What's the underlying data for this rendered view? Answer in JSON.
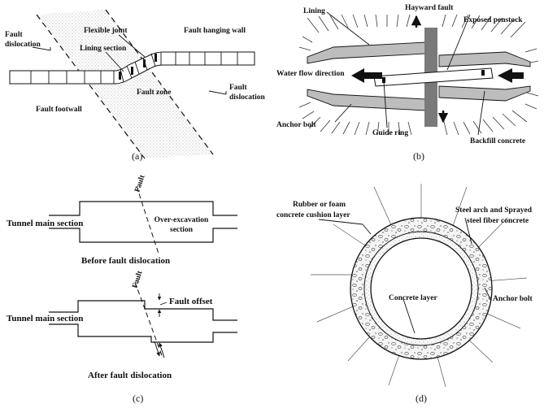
{
  "panel_a": {
    "labels": {
      "fault_dislocation_left": "Fault\ndislocation",
      "flexible_joint": "Flexible joint",
      "lining_section": "Lining section",
      "fault_hanging_wall": "Fault hanging wall",
      "fault_zone": "Fault zone",
      "fault_dislocation_right": "Fault\ndislocation",
      "fault_footwall": "Fault footwall"
    },
    "caption": "(a)"
  },
  "panel_b": {
    "labels": {
      "lining": "Lining",
      "hayward_fault": "Hayward fault",
      "exposed_penstock": "Exposed penstock",
      "water_flow_direction": "Water flow direction",
      "anchor_bolt": "Anchor bolt",
      "guide_ring": "Guide ring",
      "backfill_concrete": "Backfill concrete"
    },
    "caption": "(b)"
  },
  "panel_c": {
    "labels": {
      "fault_top": "Fault",
      "tunnel_main_section_top": "Tunnel main section",
      "over_excavation_section": "Over-excavation\nsection",
      "before_fault_dislocation": "Before fault dislocation",
      "fault_bottom": "Fault",
      "fault_offset": "Fault offset",
      "tunnel_main_section_bottom": "Tunnel main section",
      "after_fault_dislocation": "After fault dislocation"
    },
    "caption": "(c)"
  },
  "panel_d": {
    "labels": {
      "cushion_layer": "Rubber or foam\nconcrete cushion layer",
      "steel_arch": "Steel arch and Sprayed\nsteel fiber concrete",
      "concrete_layer": "Concrete layer",
      "anchor_bolt": "Anchor bolt"
    },
    "caption": "(d)"
  }
}
